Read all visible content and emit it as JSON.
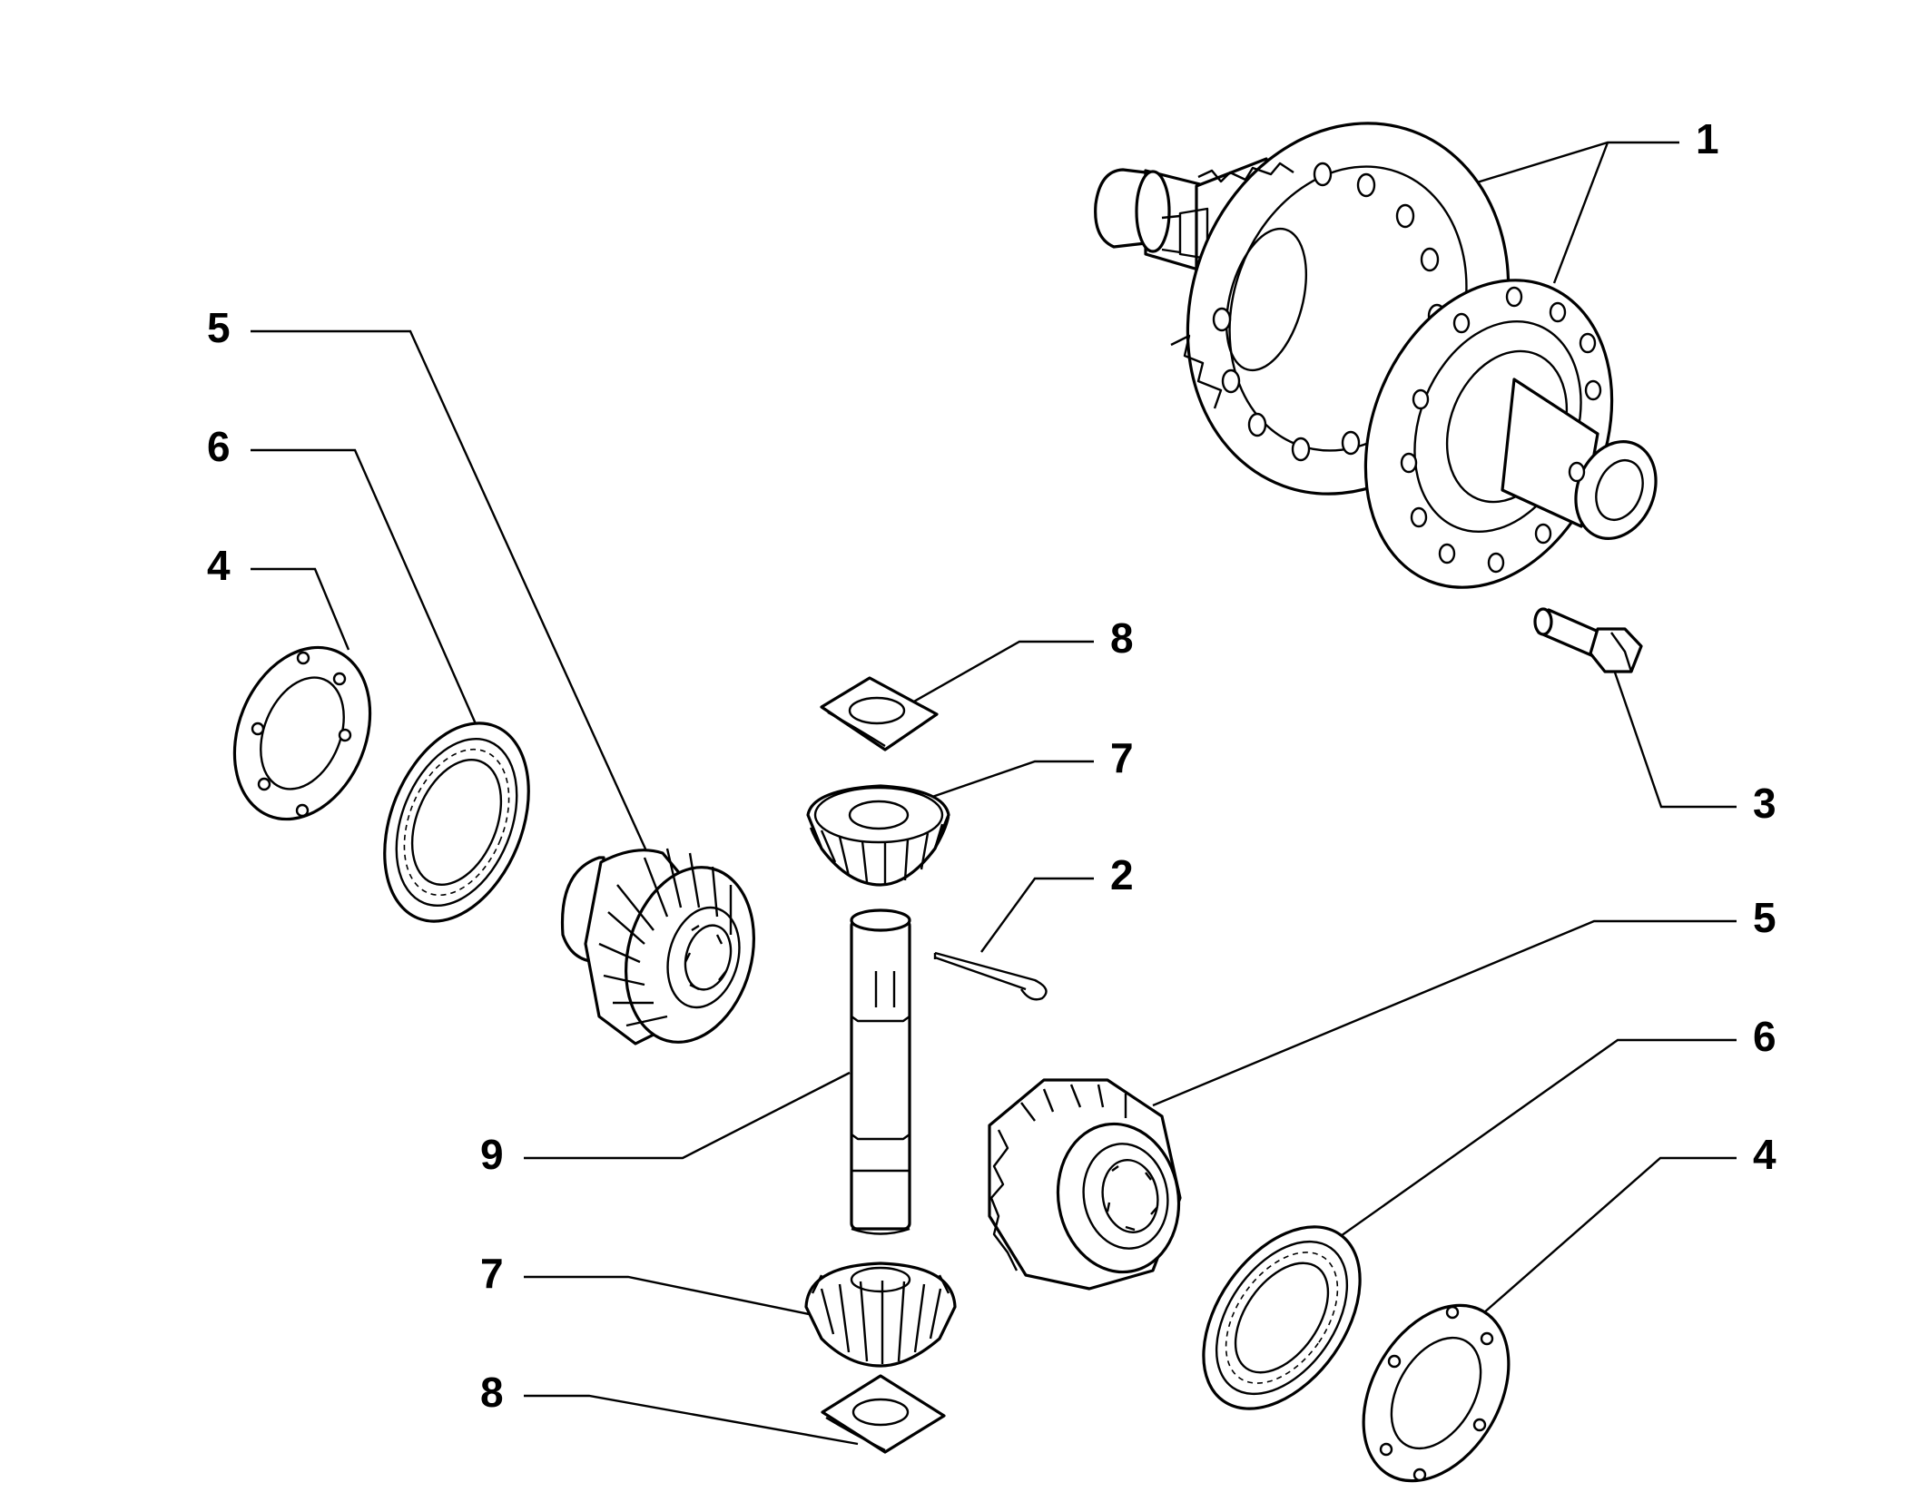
{
  "diagram": {
    "callouts": [
      {
        "id": "c1",
        "label": "1"
      },
      {
        "id": "c2",
        "label": "2"
      },
      {
        "id": "c3",
        "label": "3"
      },
      {
        "id": "c4a",
        "label": "4"
      },
      {
        "id": "c4b",
        "label": "4"
      },
      {
        "id": "c5a",
        "label": "5"
      },
      {
        "id": "c5b",
        "label": "5"
      },
      {
        "id": "c6a",
        "label": "6"
      },
      {
        "id": "c6b",
        "label": "6"
      },
      {
        "id": "c7a",
        "label": "7"
      },
      {
        "id": "c7b",
        "label": "7"
      },
      {
        "id": "c8a",
        "label": "8"
      },
      {
        "id": "c8b",
        "label": "8"
      },
      {
        "id": "c9",
        "label": "9"
      }
    ]
  },
  "colors": {
    "line": "#000000",
    "background": "#ffffff"
  }
}
